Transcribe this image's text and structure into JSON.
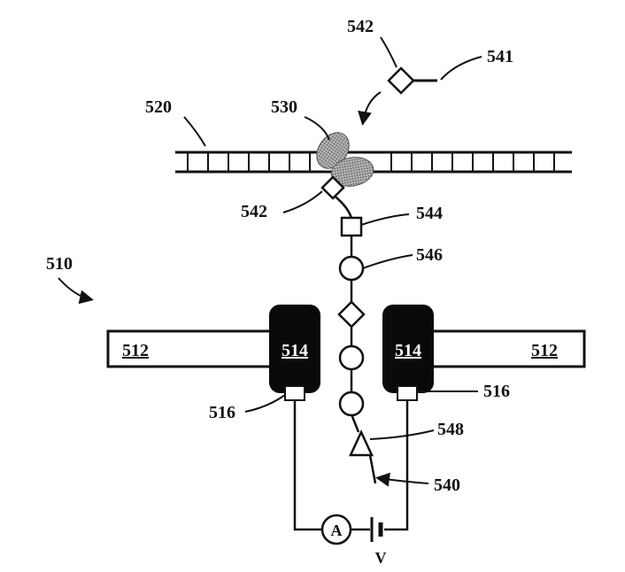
{
  "labels": {
    "fig_ref": "510",
    "membrane_left": "512",
    "membrane_right": "512",
    "electrode_left": "514",
    "electrode_right": "514",
    "contact_left": "516",
    "contact_right": "516",
    "dna_strand": "520",
    "enzyme": "530",
    "free_tag_linker": "541",
    "free_tag": "542",
    "bound_tag": "542",
    "linker_square": "544",
    "linker_circle": "546",
    "linker_triangle": "548",
    "tether": "540",
    "ammeter": "A",
    "voltage": "V"
  },
  "colors": {
    "ink": "#111111",
    "enzyme_fill": "#8a8a8a",
    "electrode_fill": "#0a0a0a",
    "background": "#ffffff"
  }
}
